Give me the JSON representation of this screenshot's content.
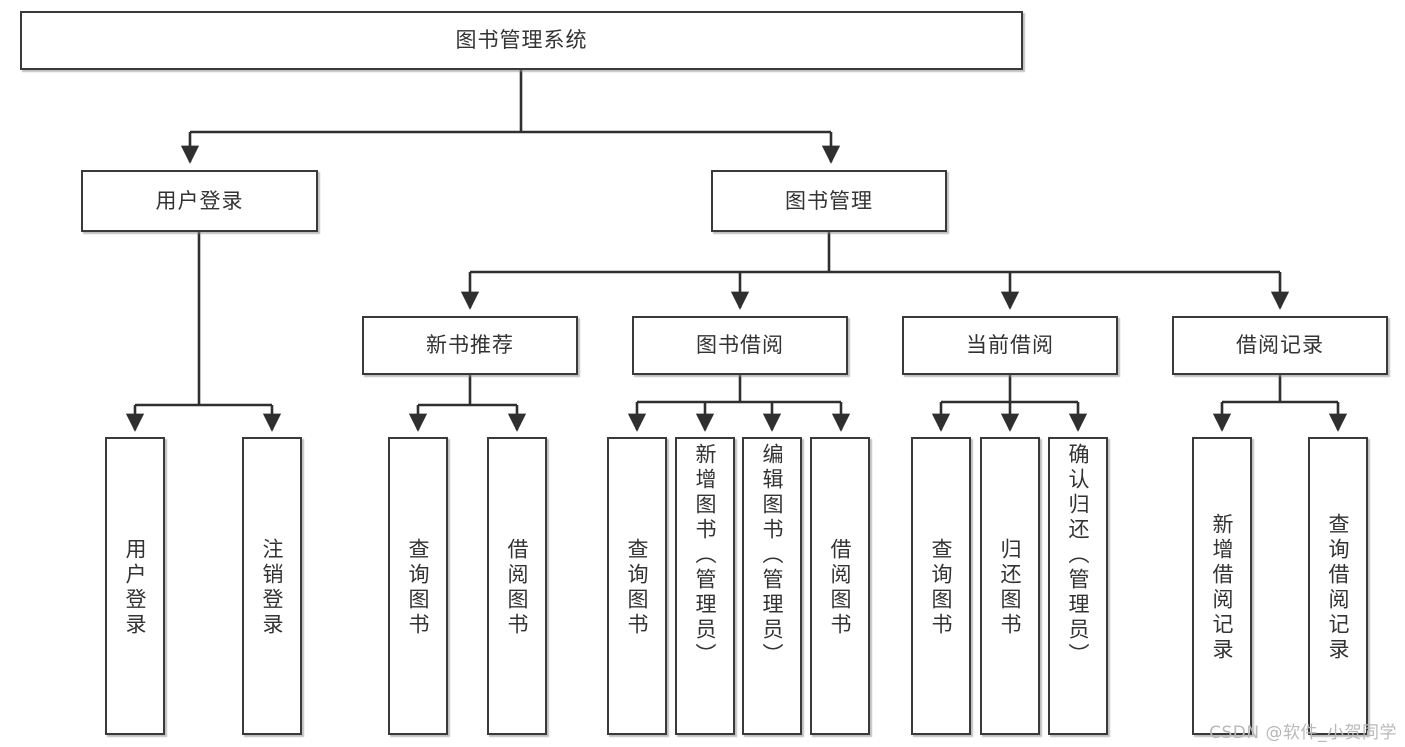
{
  "diagram": {
    "type": "hierarchy-tree",
    "title": "图书管理系统",
    "colors": {
      "box_border": "#3a3a3a",
      "box_fill": "#ffffff",
      "edge": "#2f2f2f",
      "text": "#333333",
      "watermark": "#b9b9b9"
    }
  },
  "nodes": {
    "root": {
      "label": "图书管理系统"
    },
    "level2": [
      {
        "label": "用户登录"
      },
      {
        "label": "图书管理"
      }
    ],
    "level3": [
      {
        "label": "新书推荐"
      },
      {
        "label": "图书借阅"
      },
      {
        "label": "当前借阅"
      },
      {
        "label": "借阅记录"
      }
    ],
    "leaves": [
      {
        "label": "用户登录"
      },
      {
        "label": "注销登录"
      },
      {
        "label": "查询图书"
      },
      {
        "label": "借阅图书"
      },
      {
        "label": "查询图书"
      },
      {
        "label": "新增图书（管理员）"
      },
      {
        "label": "编辑图书（管理员）"
      },
      {
        "label": "借阅图书"
      },
      {
        "label": "查询图书"
      },
      {
        "label": "归还图书"
      },
      {
        "label": "确认归还（管理员）"
      },
      {
        "label": "新增借阅记录"
      },
      {
        "label": "查询借阅记录"
      }
    ]
  },
  "watermark": {
    "text": "CSDN @软件_小贺同学"
  }
}
